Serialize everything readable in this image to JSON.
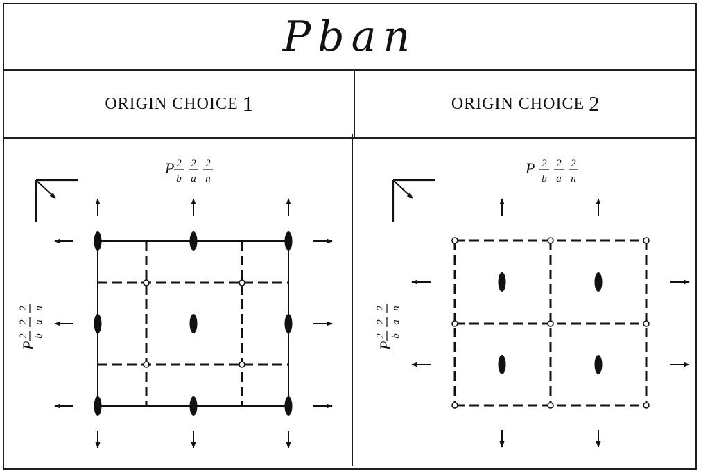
{
  "title": "Pban",
  "origin_choice_1": {
    "label": "ORIGIN CHOICE",
    "number": "1"
  },
  "origin_choice_2": {
    "label": "ORIGIN CHOICE",
    "number": "2"
  },
  "symmetry_symbol": {
    "lattice": "P",
    "numerators": [
      "2",
      "2",
      "2"
    ],
    "denominators": [
      "b",
      "a",
      "n"
    ]
  }
}
